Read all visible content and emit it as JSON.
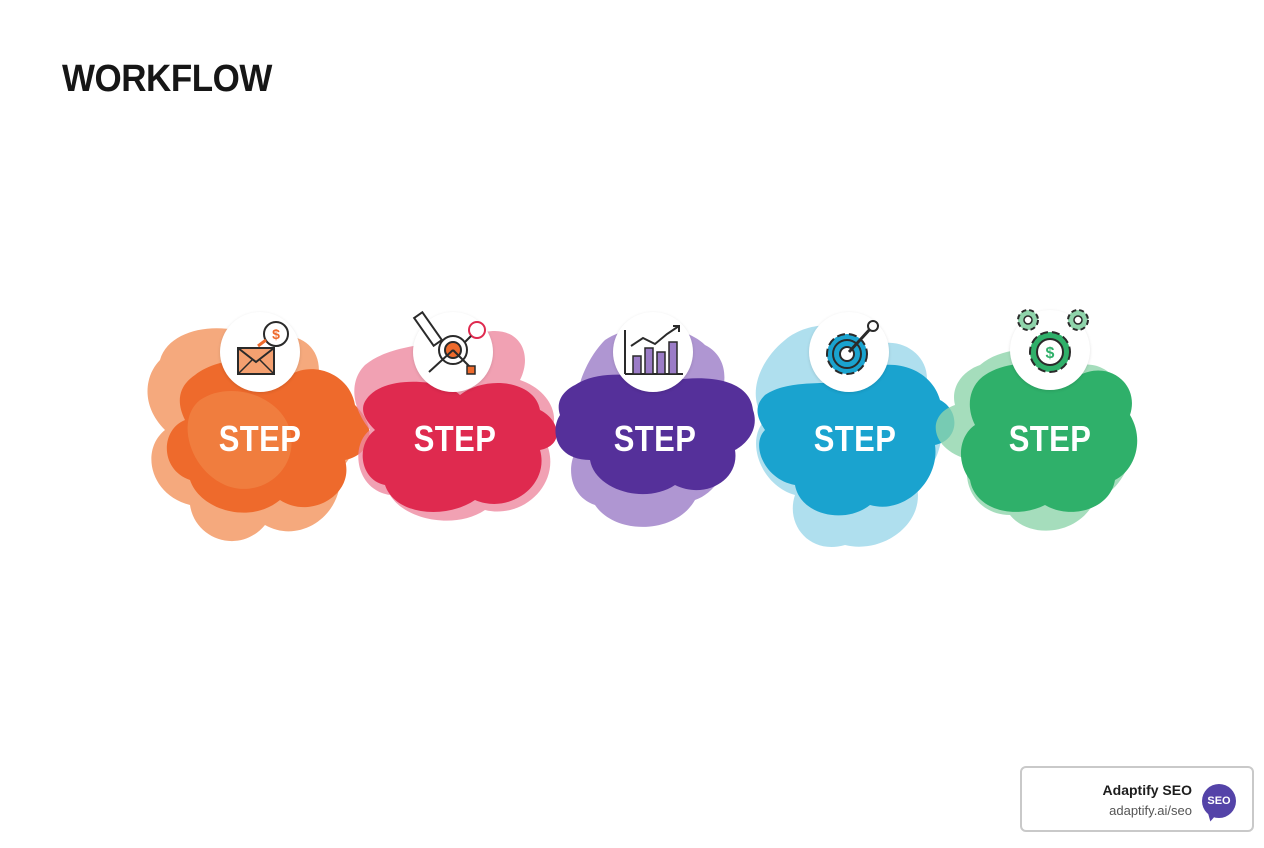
{
  "header": {
    "title": "WORKFLOW"
  },
  "steps": [
    {
      "label": "STEP",
      "icon": "envelope-money-icon",
      "color": "#ee6a2c",
      "light": "#f39a66"
    },
    {
      "label": "STEP",
      "icon": "target-tools-icon",
      "color": "#df2a4f",
      "light": "#ee8aa0"
    },
    {
      "label": "STEP",
      "icon": "bar-chart-growth-icon",
      "color": "#55309a",
      "light": "#9b7cc7"
    },
    {
      "label": "STEP",
      "icon": "gear-wrench-icon",
      "color": "#1aa3cf",
      "light": "#9bd7ea"
    },
    {
      "label": "STEP",
      "icon": "gears-dollar-icon",
      "color": "#2fb06a",
      "light": "#8fd4ab"
    }
  ],
  "badge": {
    "name": "Adaptify SEO",
    "url": "adaptify.ai/seo",
    "logo_text": "SEO"
  }
}
